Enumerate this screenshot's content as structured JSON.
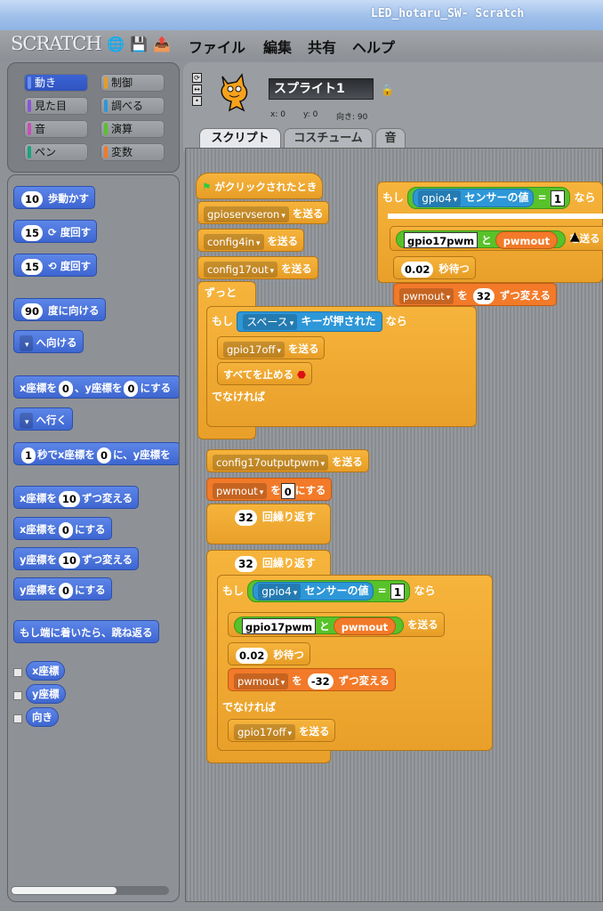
{
  "window": {
    "title": "LED_hotaru_SW- Scratch"
  },
  "menubar": {
    "logo": "SCRATCH",
    "menus": [
      "ファイル",
      "編集",
      "共有",
      "ヘルプ"
    ],
    "icons": [
      "globe-icon",
      "save-icon",
      "share-icon"
    ]
  },
  "categories": [
    "動き",
    "制御",
    "見た目",
    "調べる",
    "音",
    "演算",
    "ペン",
    "変数"
  ],
  "category_colors": [
    "#3f65d5",
    "#e69d27",
    "#8a55d7",
    "#2d97d8",
    "#c74fb8",
    "#58c22a",
    "#1aa37f",
    "#f27a29"
  ],
  "palette": {
    "move": {
      "num": "10",
      "label": "歩動かす"
    },
    "turn_cw": {
      "num": "15",
      "label": "度回す"
    },
    "turn_ccw": {
      "num": "15",
      "label": "度回す"
    },
    "point_dir": {
      "num": "90",
      "label": "度に向ける"
    },
    "point_towards": {
      "label": "へ向ける"
    },
    "goto_xy": {
      "a": "x座標を",
      "x": "0",
      "b": "、y座標を",
      "y": "0",
      "c": "にする"
    },
    "goto": {
      "label": "へ行く"
    },
    "glide": {
      "secs": "1",
      "a": "秒でx座標を",
      "x": "0",
      "b": "に、y座標を"
    },
    "change_x": {
      "a": "x座標を",
      "n": "10",
      "b": "ずつ変える"
    },
    "set_x": {
      "a": "x座標を",
      "n": "0",
      "b": "にする"
    },
    "change_y": {
      "a": "y座標を",
      "n": "10",
      "b": "ずつ変える"
    },
    "set_y": {
      "a": "y座標を",
      "n": "0",
      "b": "にする"
    },
    "bounce": "もし端に着いたら、跳ね返る",
    "reporters": [
      "x座標",
      "y座標",
      "向き"
    ]
  },
  "sprite": {
    "name": "スプライト1",
    "x_label": "x: 0",
    "y_label": "y: 0",
    "dir_label": "向き: 90"
  },
  "tabs": [
    "スクリプト",
    "コスチューム",
    "音"
  ],
  "script": {
    "hat": "がクリックされたとき",
    "send_label": "を送る",
    "msg1": "gpioservseron",
    "msg2": "config4in",
    "msg3": "config17out",
    "forever": "ずっと",
    "if": "もし",
    "key": "スペース",
    "key_pressed": "キーが押された",
    "then": "なら",
    "msg4": "gpio17off",
    "stop_all": "すべてを止める",
    "else": "でなければ",
    "msg5": "config17outputpwm",
    "var": "pwmout",
    "set_to": "を",
    "set_val": "0",
    "set_end": "にする",
    "repeat_n": "32",
    "repeat_label": "回繰り返す",
    "sensor": "gpio4",
    "sensor_val": "センサーの値",
    "eq": "=",
    "one": "1",
    "join_a": "gpio17pwm",
    "join_and": "と",
    "wait_val": "0.02",
    "wait_label": "秒待つ",
    "change_by": "を",
    "change_pos": "32",
    "change_neg": "-32",
    "change_end": "ずつ変える",
    "msg6": "gpio17off"
  }
}
